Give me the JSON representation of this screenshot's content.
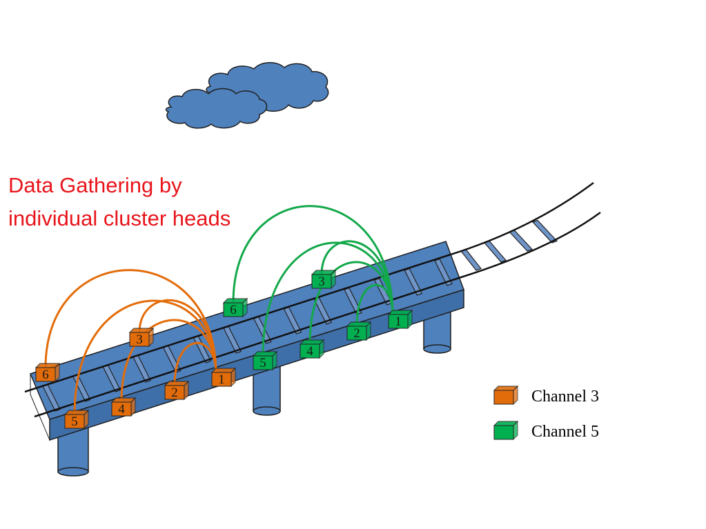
{
  "title": {
    "line1": "Data Gathering by",
    "line2": "individual cluster heads",
    "color": "#e8141b"
  },
  "colors": {
    "bridge": "#4f81bd",
    "bridge_outline": "#1f1f1f",
    "cloud": "#4f81bd",
    "channel3": "#e36c0a",
    "channel5": "#00b050",
    "arc3": "#e36c0a",
    "arc5": "#13a84a"
  },
  "legend": [
    {
      "label": "Channel 3",
      "color": "#e36c0a"
    },
    {
      "label": "Channel 5",
      "color": "#00b050"
    }
  ],
  "clusters": [
    {
      "channel": "Channel 3",
      "head": "1",
      "nodes": [
        {
          "label": "1"
        },
        {
          "label": "2"
        },
        {
          "label": "3"
        },
        {
          "label": "4"
        },
        {
          "label": "5"
        },
        {
          "label": "6"
        }
      ]
    },
    {
      "channel": "Channel 5",
      "head": "1",
      "nodes": [
        {
          "label": "1"
        },
        {
          "label": "2"
        },
        {
          "label": "3"
        },
        {
          "label": "4"
        },
        {
          "label": "5"
        },
        {
          "label": "6"
        }
      ]
    }
  ]
}
